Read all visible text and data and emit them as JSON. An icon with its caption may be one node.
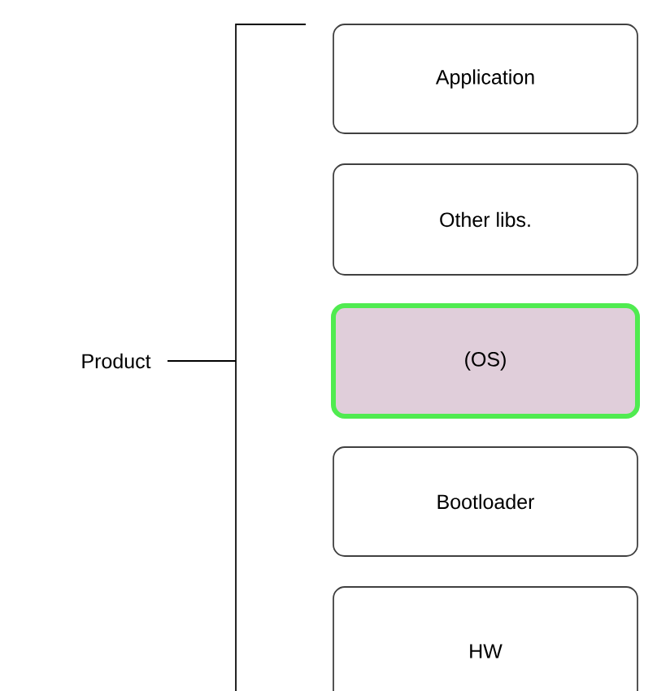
{
  "diagram": {
    "nodes": [
      {
        "text": [
          "Application"
        ]
      },
      {
        "text": [
          "Other libs."
        ]
      },
      {
        "text": [
          "(OS)"
        ]
      },
      {
        "text": [
          "Bootloader"
        ]
      },
      {
        "text": [
          "HW"
        ]
      }
    ],
    "labels": [
      "Product"
    ]
  }
}
